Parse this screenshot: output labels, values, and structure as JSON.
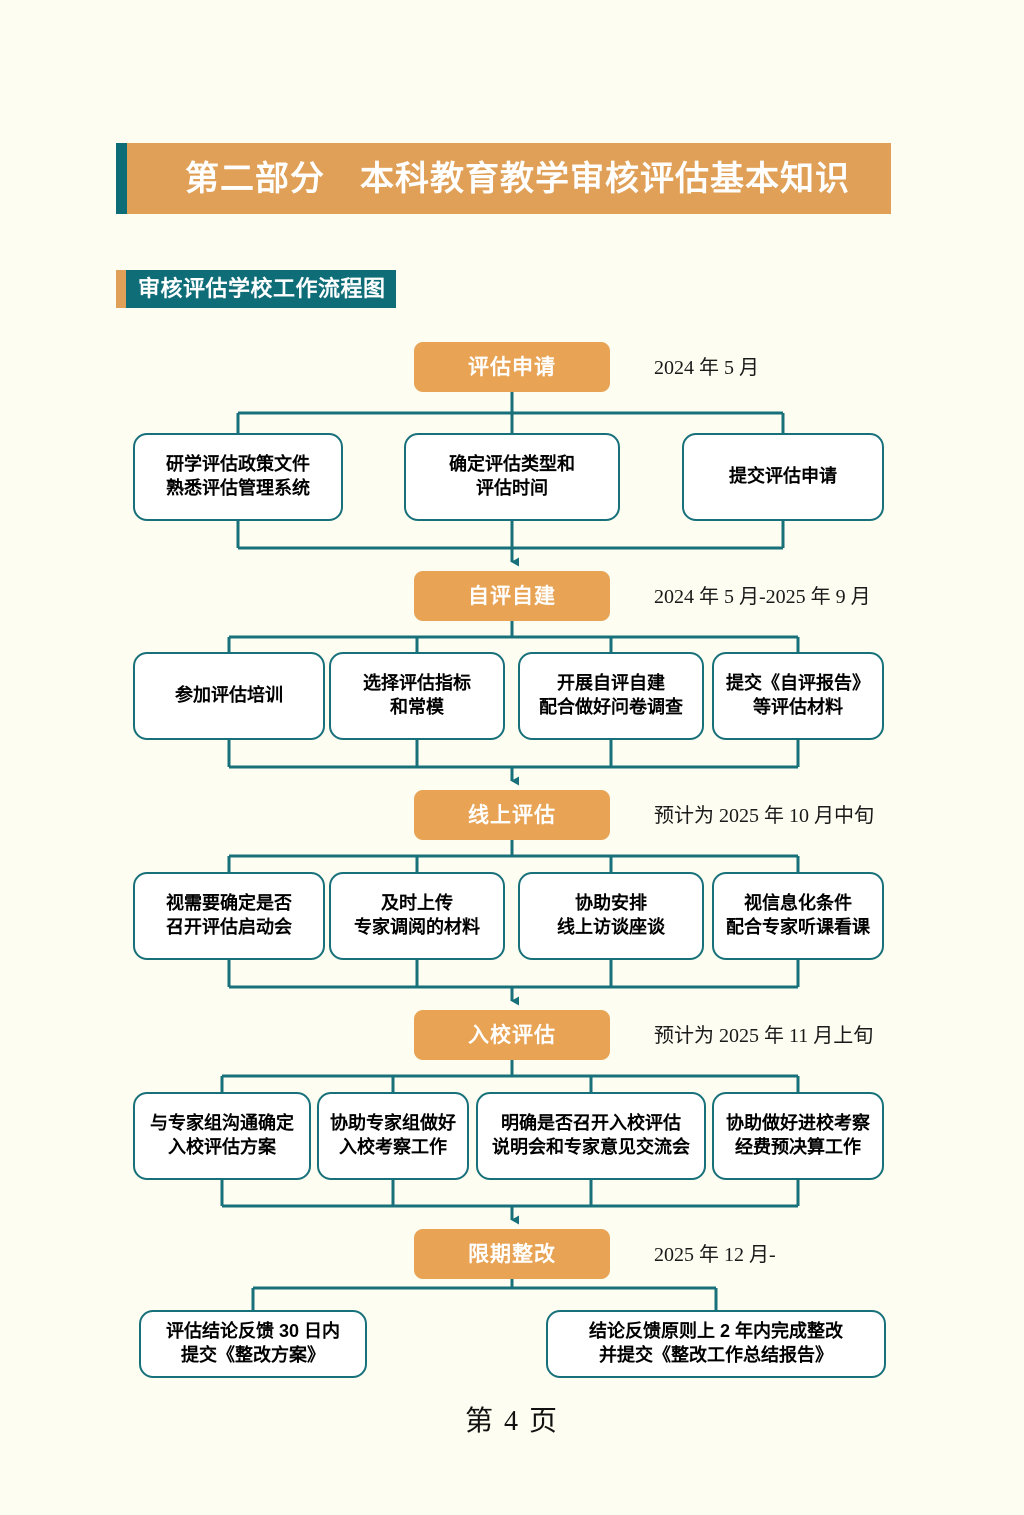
{
  "header": {
    "title": "第二部分　本科教育教学审核评估基本知识",
    "accent_left": "#0c6d77",
    "accent_bg": "#e0a057"
  },
  "section": {
    "title": "审核评估学校工作流程图",
    "accent_left": "#e0a057",
    "accent_bg": "#0f6d78"
  },
  "colors": {
    "page_background": "#fdfdf1",
    "stage_orange": "#e8a355",
    "connector_teal": "#17707a",
    "box_border": "#17707a",
    "box_fill": "#ffffff",
    "text": "#000000"
  },
  "flow": {
    "type": "flowchart",
    "stages": [
      {
        "id": "stage-1",
        "label": "评估申请",
        "date": "2024 年 5 月",
        "tasks": [
          "研学评估政策文件\n熟悉评估管理系统",
          "确定评估类型和\n评估时间",
          "提交评估申请"
        ]
      },
      {
        "id": "stage-2",
        "label": "自评自建",
        "date": "2024 年 5 月-2025 年 9 月",
        "tasks": [
          "参加评估培训",
          "选择评估指标\n和常模",
          "开展自评自建\n配合做好问卷调查",
          "提交《自评报告》\n等评估材料"
        ]
      },
      {
        "id": "stage-3",
        "label": "线上评估",
        "date": "预计为 2025 年 10 月中旬",
        "tasks": [
          "视需要确定是否\n召开评估启动会",
          "及时上传\n专家调阅的材料",
          "协助安排\n线上访谈座谈",
          "视信息化条件\n配合专家听课看课"
        ]
      },
      {
        "id": "stage-4",
        "label": "入校评估",
        "date": "预计为 2025 年 11 月上旬",
        "tasks": [
          "与专家组沟通确定\n入校评估方案",
          "协助专家组做好\n入校考察工作",
          "明确是否召开入校评估\n说明会和专家意见交流会",
          "协助做好进校考察\n经费预决算工作"
        ]
      },
      {
        "id": "stage-5",
        "label": "限期整改",
        "date": "2025 年 12 月-",
        "tasks": [
          "评估结论反馈 30 日内\n提交《整改方案》",
          "结论反馈原则上 2 年内完成整改\n并提交《整改工作总结报告》"
        ]
      }
    ]
  },
  "footer": {
    "page_label": "第 4 页"
  }
}
